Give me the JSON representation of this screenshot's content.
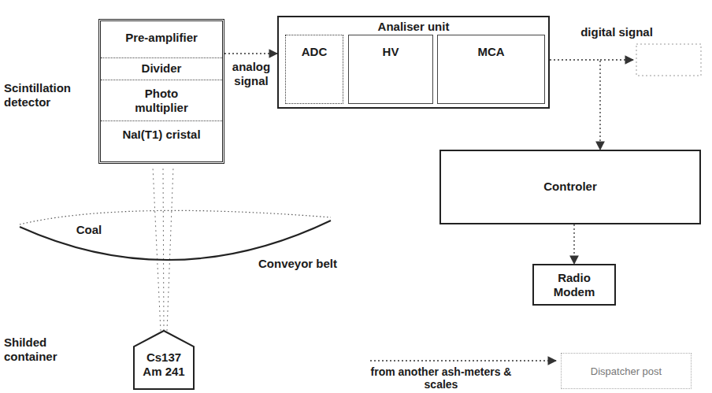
{
  "diagram": {
    "nodes": [
      {
        "text": [
          "Scintillation detector"
        ]
      },
      {
        "text": [
          "Pre-amplifier"
        ],
        "in": 0
      },
      {
        "text": [
          "Divider"
        ],
        "in": 0
      },
      {
        "text": [
          "Photo multiplier"
        ],
        "in": 0
      },
      {
        "text": [
          "NaI(T1) cristal"
        ],
        "in": 0
      },
      {
        "text": [
          "Analiser unit"
        ]
      },
      {
        "text": [
          "ADC"
        ],
        "in": 5
      },
      {
        "text": [
          "HV"
        ],
        "in": 5
      },
      {
        "text": [
          "MCA"
        ],
        "in": 5
      },
      {
        "text": [
          "Controler"
        ]
      },
      {
        "text": [
          "Radio Modem"
        ]
      },
      {
        "text": [
          "Shilded container",
          "Cs137 Am 241"
        ]
      },
      {
        "text": [
          "Dispatcher post"
        ]
      }
    ],
    "edges": [
      {
        "from": 0,
        "to": 5,
        "label": "analog signal",
        "arrow": "to"
      },
      {
        "from": 5,
        "to": 9,
        "label": "digital signal",
        "arrow": "to"
      },
      {
        "from": 9,
        "to": 10,
        "arrow": "to"
      }
    ],
    "labels": [
      "Coal",
      "Conveyor belt",
      "from another ash-meters & scales"
    ]
  }
}
